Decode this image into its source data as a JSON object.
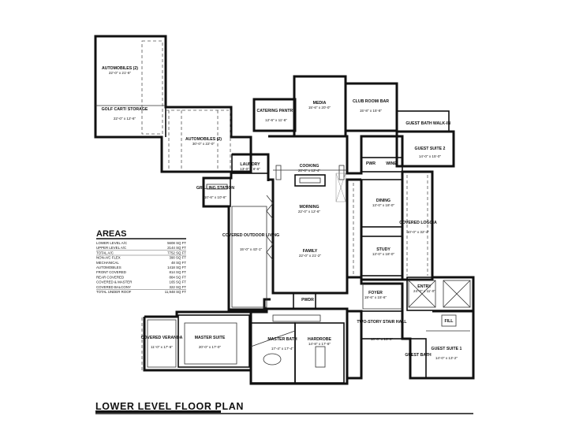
{
  "plan_title": "LOWER LEVEL FLOOR PLAN",
  "areas": {
    "title": "AREAS",
    "rows": [
      {
        "label": "LOWER LEVEL A/C",
        "value": "5608 SQ FT"
      },
      {
        "label": "UPPER LEVEL A/C",
        "value": "2144 SQ FT"
      },
      {
        "label": "TOTAL A/C",
        "value": "7752 SQ FT"
      },
      {
        "label": "NON-A/C FLEX",
        "value": "390 SQ FT"
      },
      {
        "label": "MECHANICAL",
        "value": "48 SQ FT"
      },
      {
        "label": "AUTOMOBILES",
        "value": "1418 SQ FT"
      },
      {
        "label": "FRONT COVERED",
        "value": "814 SQ FT"
      },
      {
        "label": "REAR COVERED",
        "value": "884 SQ FT"
      },
      {
        "label": "COVERED & MASTER",
        "value": "165 SQ FT"
      },
      {
        "label": "COVERED BALCONY",
        "value": "322 SQ FT"
      },
      {
        "label": "TOTAL UNDER ROOF",
        "value": "11,948 SQ FT"
      }
    ]
  },
  "rooms": [
    {
      "id": "automobiles-2-top",
      "name": "AUTOMOBILES (2)",
      "dims": "22'-0\" x 21'-6\""
    },
    {
      "id": "golf-cart",
      "name": "GOLF CART/ STORAGE",
      "dims": "22'-0\" x 12'-6\""
    },
    {
      "id": "automobiles-2-main",
      "name": "AUTOMOBILES (2)",
      "dims": "30'-0\" x 22'-0\""
    },
    {
      "id": "catering-pantry",
      "name": "CATERING PANTRY",
      "dims": "12'-6\" x 11'-6\""
    },
    {
      "id": "media",
      "name": "MEDIA",
      "dims": "15'-6\" x 20'-0\""
    },
    {
      "id": "club-room",
      "name": "CLUB ROOM/ BAR",
      "dims": "15'-8\" x 15'-8\""
    },
    {
      "id": "guest-bath-2",
      "name": "GUEST BATH",
      "dims": ""
    },
    {
      "id": "walk-in",
      "name": "WALK-IN",
      "dims": ""
    },
    {
      "id": "guest-suite-2",
      "name": "GUEST SUITE 2",
      "dims": "14'-0\" x 15'-0\""
    },
    {
      "id": "laundry",
      "name": "LAUNDRY",
      "dims": "13'-0\" x 8'-6\""
    },
    {
      "id": "cooking",
      "name": "COOKING",
      "dims": "20'-0\" x 12'-4\""
    },
    {
      "id": "pwr",
      "name": "PWR",
      "dims": ""
    },
    {
      "id": "wine",
      "name": "WINE",
      "dims": ""
    },
    {
      "id": "grilling",
      "name": "GRILLING STATION",
      "dims": "10'-6\" x 10'-6\""
    },
    {
      "id": "morning",
      "name": "MORNING",
      "dims": "22'-0\" x 12'-6\""
    },
    {
      "id": "dining",
      "name": "DINING",
      "dims": "13'-0\" x 18'-0\""
    },
    {
      "id": "covered-outdoor",
      "name": "COVERED OUTDOOR LIVING",
      "dims": "15'-0\" x 43'-1\""
    },
    {
      "id": "covered-loggia",
      "name": "COVERED LOGGIA",
      "dims": "10'-0\" x 32'-4\""
    },
    {
      "id": "family",
      "name": "FAMILY",
      "dims": "22'-0\" x 21'-2\""
    },
    {
      "id": "study",
      "name": "STUDY",
      "dims": "13'-0\" x 18'-0\""
    },
    {
      "id": "foyer",
      "name": "FOYER",
      "dims": "19'-6\" x 15'-6\""
    },
    {
      "id": "entry",
      "name": "ENTRY",
      "dims": "24'-0\" x 11'-0\""
    },
    {
      "id": "pwdr",
      "name": "PWDR",
      "dims": ""
    },
    {
      "id": "covered-veranda",
      "name": "COVERED VERANDA",
      "dims": "11'-0\" x 17'-6\""
    },
    {
      "id": "master-suite",
      "name": "MASTER SUITE",
      "dims": "20'-0\" x 17'-0\""
    },
    {
      "id": "master-bath",
      "name": "MASTER BATH",
      "dims": "17'-4\" x 17'-4\""
    },
    {
      "id": "hardrobe",
      "name": "HARDROBE",
      "dims": "14'-8\" x 17'-8\""
    },
    {
      "id": "two-story",
      "name": "TWO-STORY STAIR HALL",
      "dims": "10'-0\" x 13'-0\""
    },
    {
      "id": "fill",
      "name": "FILL",
      "dims": ""
    },
    {
      "id": "guest-bath-1",
      "name": "GUEST BATH",
      "dims": ""
    },
    {
      "id": "guest-suite-1",
      "name": "GUEST SUITE 1",
      "dims": "14'-0\" x 13'-2\""
    }
  ]
}
